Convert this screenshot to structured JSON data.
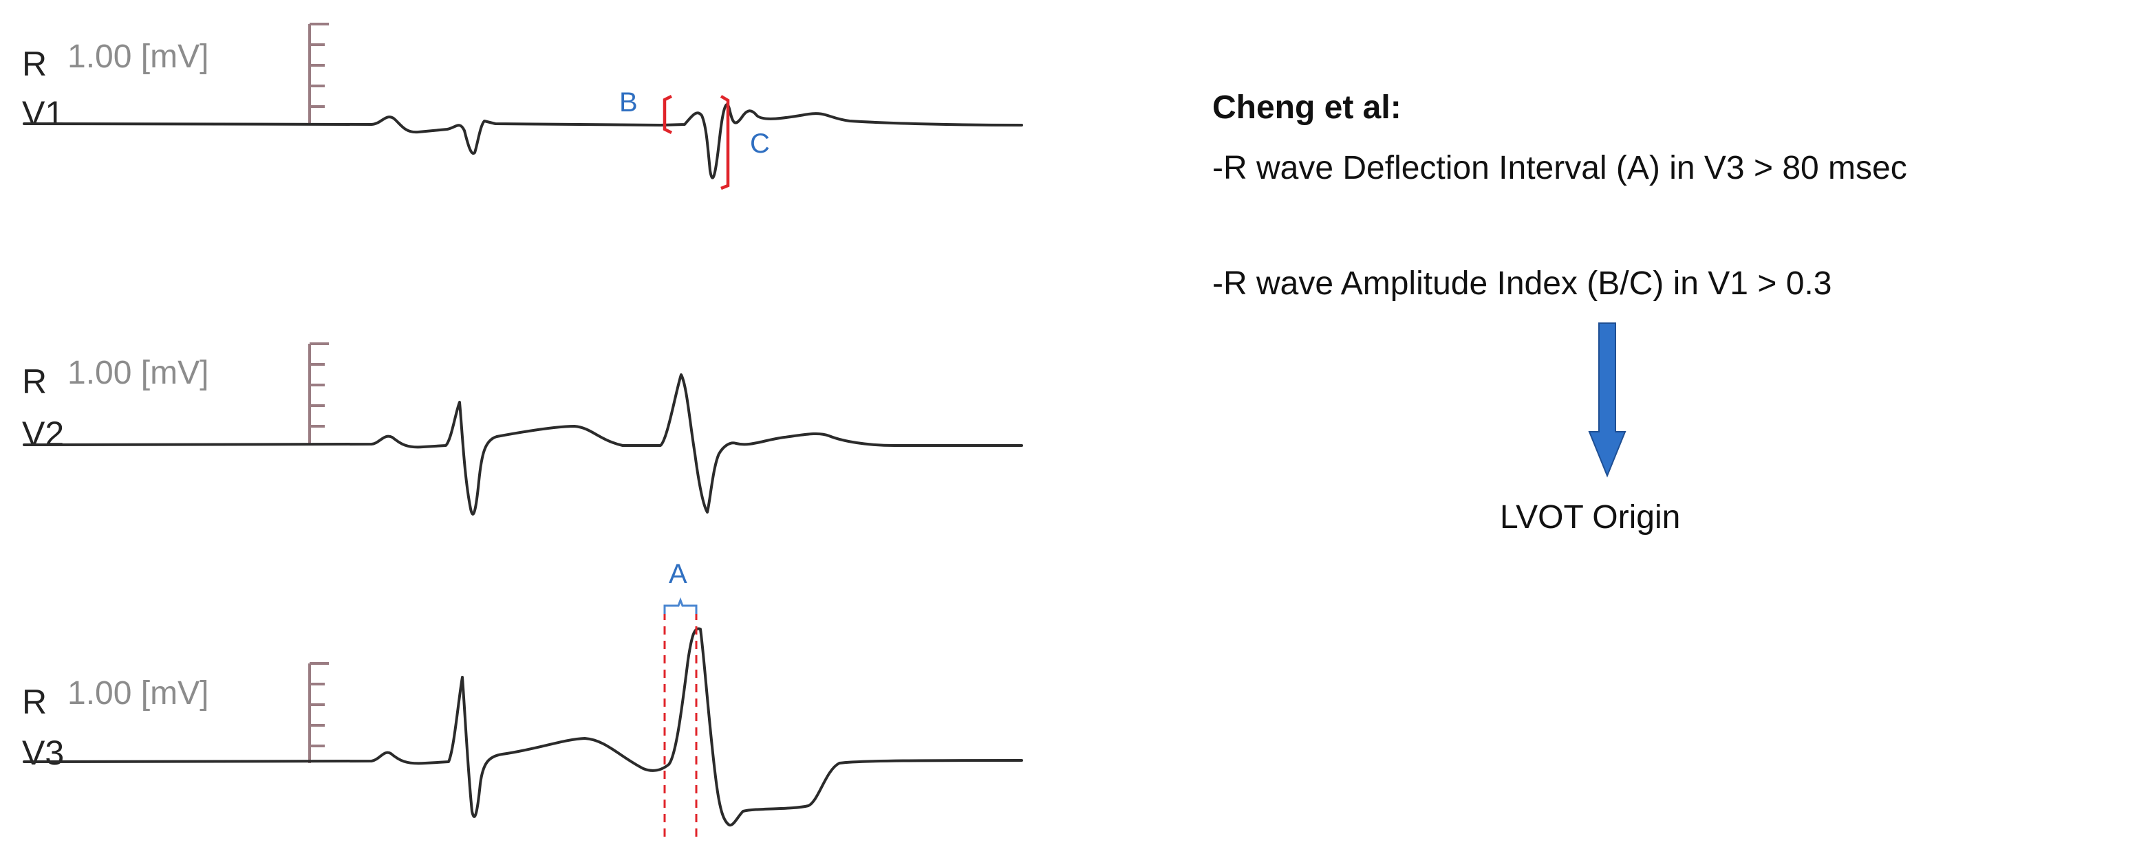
{
  "leads": [
    {
      "r_label": "R",
      "lead_name": "V1",
      "scale_label": "1.00 [mV]"
    },
    {
      "r_label": "R",
      "lead_name": "V2",
      "scale_label": "1.00 [mV]"
    },
    {
      "r_label": "R",
      "lead_name": "V3",
      "scale_label": "1.00 [mV]"
    }
  ],
  "markers": {
    "b": "B",
    "c": "C",
    "a": "A"
  },
  "criteria": {
    "heading": "Cheng et al:",
    "line1": "-R wave Deflection Interval (A)  in V3 > 80 msec",
    "line2": "-R wave Amplitude Index (B/C) in V1 > 0.3"
  },
  "conclusion": "LVOT Origin",
  "colors": {
    "trace": "#2b2b2b",
    "calibration": "#9a7c82",
    "bracket_red": "#e0242a",
    "marker_blue": "#2f6fc1",
    "arrow_blue": "#2f72c9"
  },
  "icons": {
    "arrow": "arrow-down-icon"
  }
}
